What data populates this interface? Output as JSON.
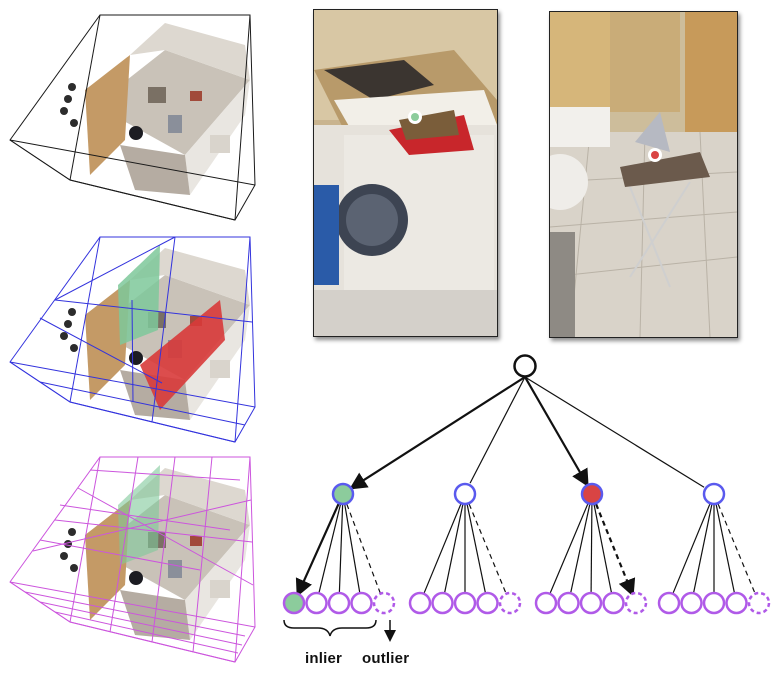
{
  "labels": {
    "inlier": "inlier",
    "outlier": "outlier"
  },
  "colors": {
    "grid_level_0": "#1a1a1a",
    "grid_level_1": "#3333dd",
    "grid_level_2": "#cc55dd",
    "node_root_stroke": "#111111",
    "node_mid_stroke": "#5a5aee",
    "node_leaf_stroke": "#b05ae8",
    "inlier_fill": "#8ccc9c",
    "outlier_fill": "#d94444",
    "region_green": "#7ec89a",
    "region_red": "#d83a3a"
  },
  "scenes": [
    {
      "name": "scene-level-0",
      "grid": "grid_level_0"
    },
    {
      "name": "scene-level-1",
      "grid": "grid_level_1"
    },
    {
      "name": "scene-level-2",
      "grid": "grid_level_2"
    }
  ],
  "tree": {
    "children": 4,
    "leaves_per_child": 5,
    "highlighted_child_inlier": 0,
    "highlighted_child_outlier": 2
  }
}
